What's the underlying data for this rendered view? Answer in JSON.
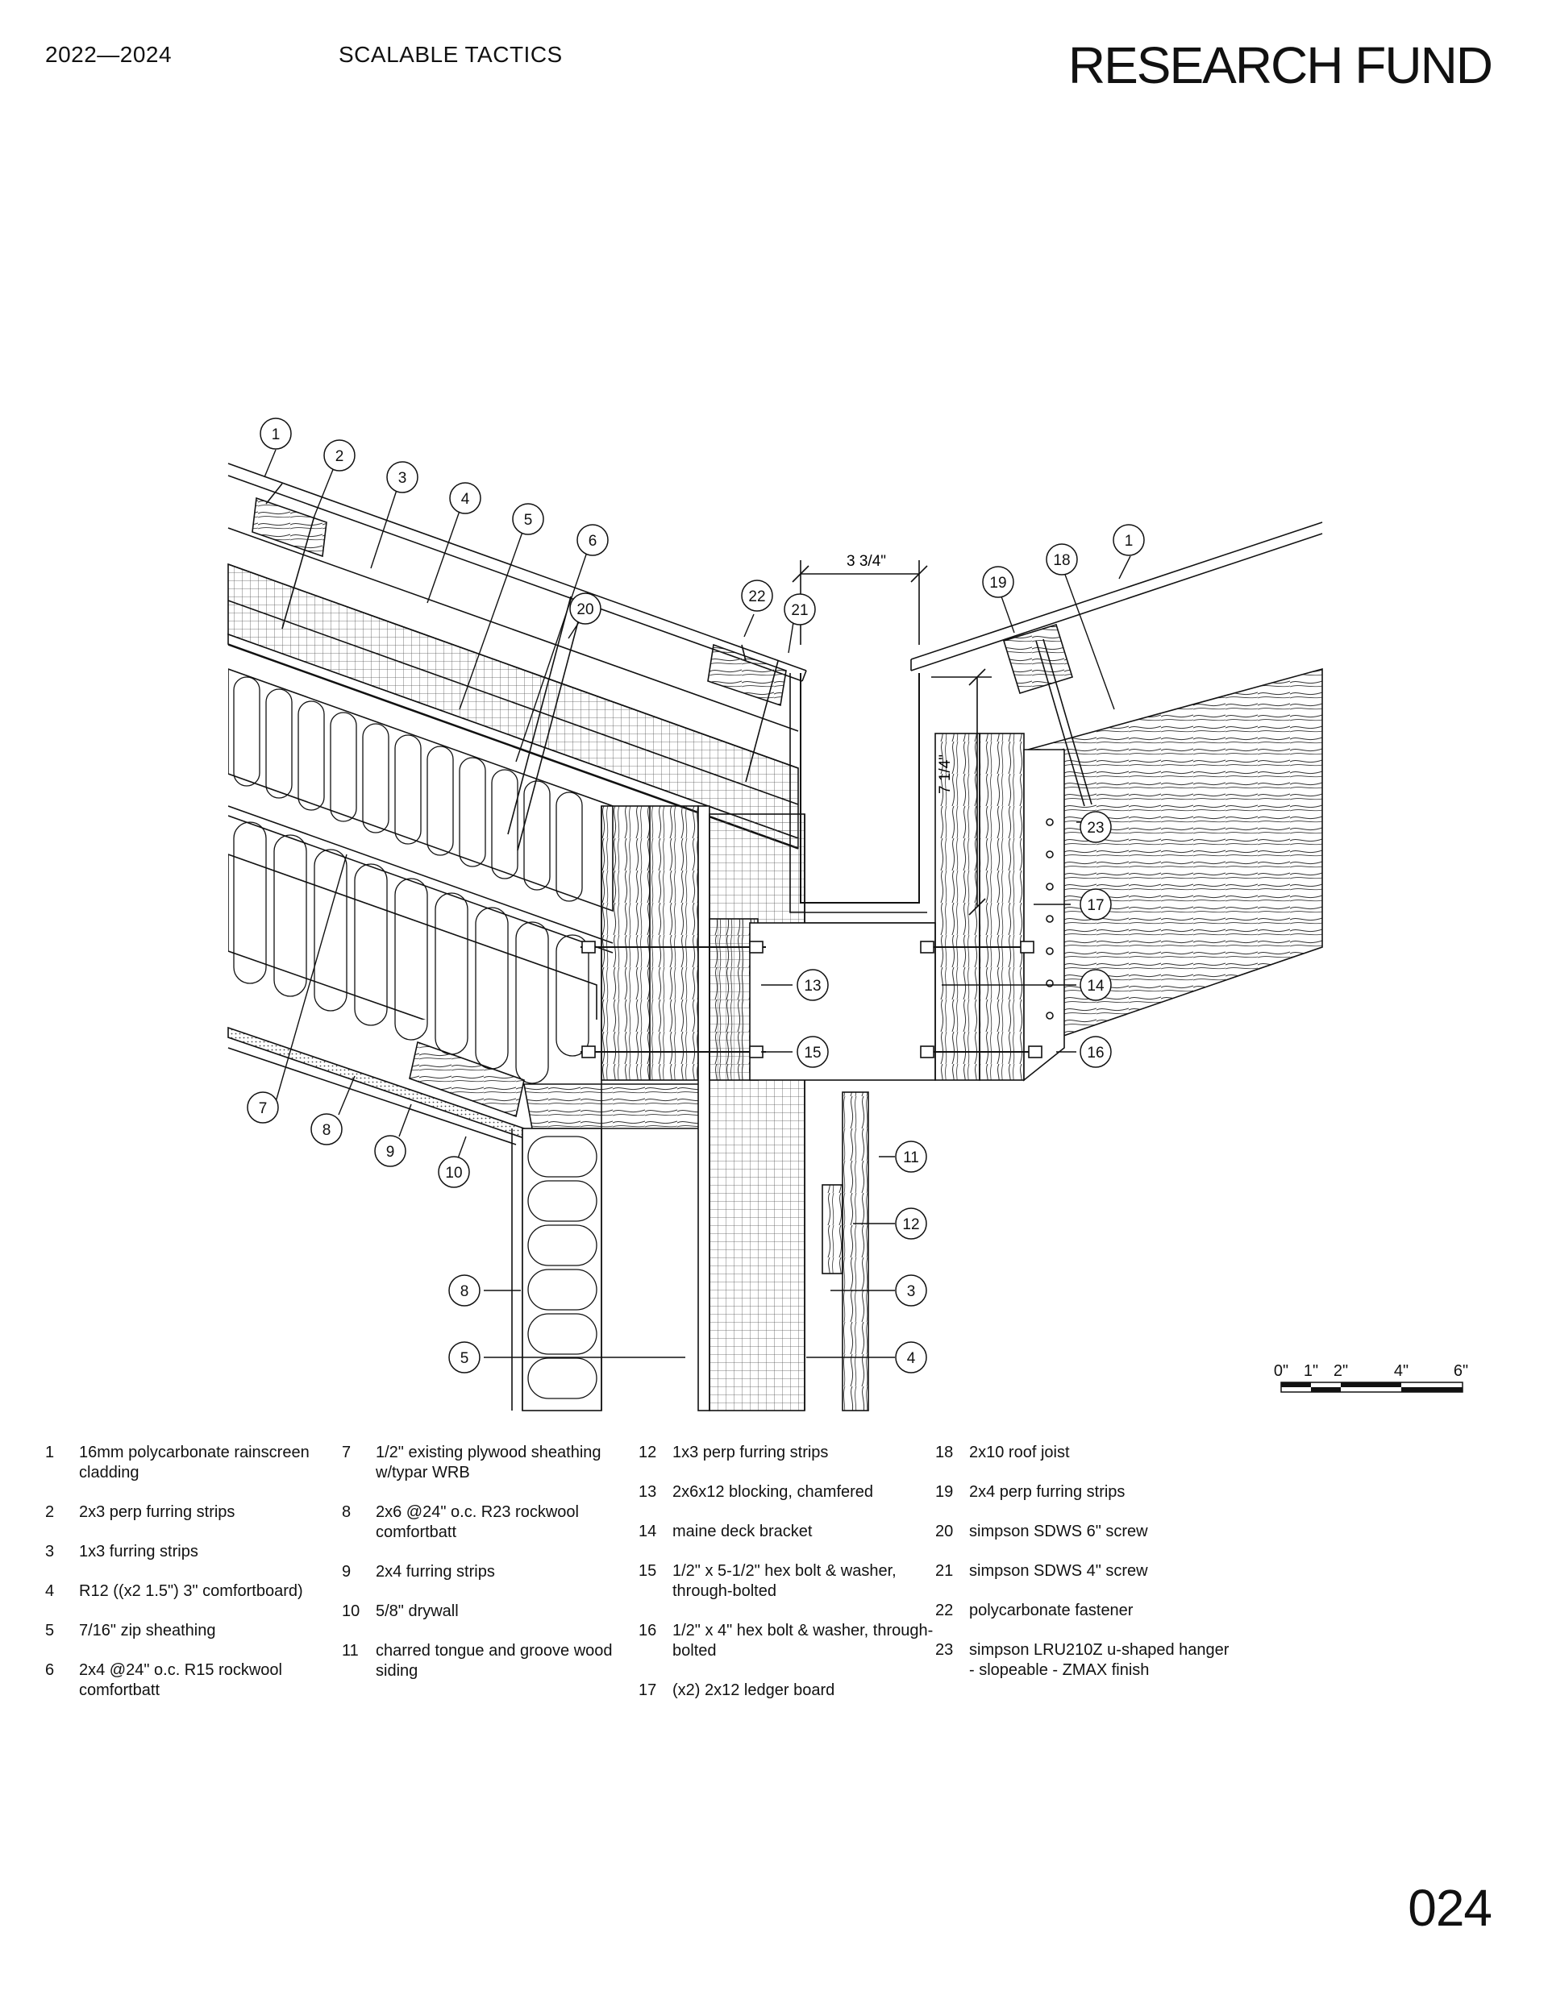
{
  "header": {
    "years": "2022—2024",
    "project": "SCALABLE TACTICS",
    "title": "RESEARCH FUND"
  },
  "page_number": "024",
  "drawing": {
    "dimension_top": "3 3/4\"",
    "dimension_side": "7 1/4\"",
    "callouts": [
      "1",
      "2",
      "3",
      "4",
      "5",
      "6",
      "20",
      "22",
      "21",
      "19",
      "18",
      "1",
      "23",
      "17",
      "14",
      "13",
      "15",
      "16",
      "7",
      "8",
      "9",
      "10",
      "11",
      "12",
      "3",
      "8",
      "5",
      "4"
    ]
  },
  "scale_bar": {
    "labels": [
      "0\"",
      "1\"",
      "2\"",
      "4\"",
      "6\""
    ]
  },
  "legend": [
    {
      "n": "1",
      "text": "16mm polycarbonate rainscreen cladding"
    },
    {
      "n": "2",
      "text": "2x3 perp furring strips"
    },
    {
      "n": "3",
      "text": "1x3 furring strips"
    },
    {
      "n": "4",
      "text": "R12 ((x2 1.5\") 3\" comfortboard)"
    },
    {
      "n": "5",
      "text": "7/16\" zip sheathing"
    },
    {
      "n": "6",
      "text": "2x4 @24\" o.c. R15 rockwool comfortbatt"
    },
    {
      "n": "7",
      "text": "1/2\" existing plywood sheathing w/typar WRB"
    },
    {
      "n": "8",
      "text": "2x6 @24\" o.c. R23 rockwool comfortbatt"
    },
    {
      "n": "9",
      "text": "2x4 furring strips"
    },
    {
      "n": "10",
      "text": "5/8\" drywall"
    },
    {
      "n": "11",
      "text": "charred tongue and groove wood siding"
    },
    {
      "n": "12",
      "text": "1x3 perp furring strips"
    },
    {
      "n": "13",
      "text": "2x6x12 blocking, chamfered"
    },
    {
      "n": "14",
      "text": "maine deck bracket"
    },
    {
      "n": "15",
      "text": "1/2\" x 5-1/2\" hex bolt & washer, through-bolted"
    },
    {
      "n": "16",
      "text": "1/2\" x 4\" hex bolt & washer, through-bolted"
    },
    {
      "n": "17",
      "text": "(x2) 2x12 ledger board"
    },
    {
      "n": "18",
      "text": "2x10 roof joist"
    },
    {
      "n": "19",
      "text": "2x4 perp furring strips"
    },
    {
      "n": "20",
      "text": "simpson SDWS 6\" screw"
    },
    {
      "n": "21",
      "text": "simpson SDWS 4\" screw"
    },
    {
      "n": "22",
      "text": "polycarbonate fastener"
    },
    {
      "n": "23",
      "text": "simpson LRU210Z u-shaped hanger - slopeable - ZMAX finish"
    }
  ]
}
